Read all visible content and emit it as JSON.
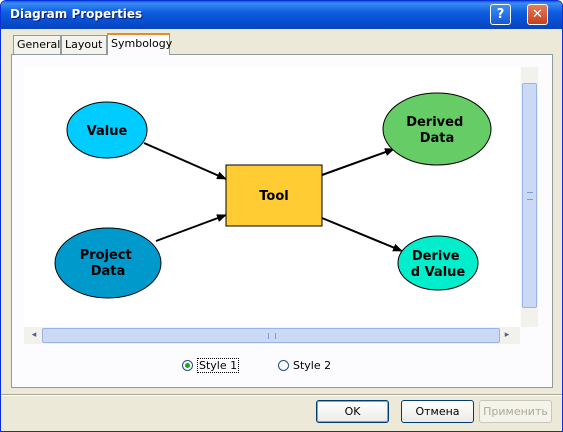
{
  "window": {
    "title": "Diagram Properties",
    "help_label": "?",
    "close_label": "✕"
  },
  "tabs": [
    {
      "label": "General"
    },
    {
      "label": "Layout"
    },
    {
      "label": "Symbology"
    }
  ],
  "diagram": {
    "nodes": [
      {
        "id": "value",
        "lines": [
          "Value"
        ],
        "color": "#00ccff"
      },
      {
        "id": "project-data",
        "lines": [
          "Project",
          "Data"
        ],
        "color": "#0099cc"
      },
      {
        "id": "tool",
        "lines": [
          "Tool"
        ],
        "color": "#ffcc33"
      },
      {
        "id": "derived-data",
        "lines": [
          "Derived",
          "Data"
        ],
        "color": "#66cc66"
      },
      {
        "id": "derived-value",
        "lines": [
          "Derive",
          "d Value"
        ],
        "color": "#00eecc"
      }
    ]
  },
  "scroll": {
    "left_arrow": "◂",
    "right_arrow": "▸"
  },
  "options": {
    "style1_label": "Style 1",
    "style2_label": "Style 2",
    "selected": "Style 1"
  },
  "buttons": {
    "ok_label": "OK",
    "cancel_label": "Отмена",
    "apply_label": "Применить"
  },
  "colors": {
    "title_bar": "#0a5fd8",
    "window_bg": "#ece9d8",
    "tab_accent": "#e68b2c"
  }
}
